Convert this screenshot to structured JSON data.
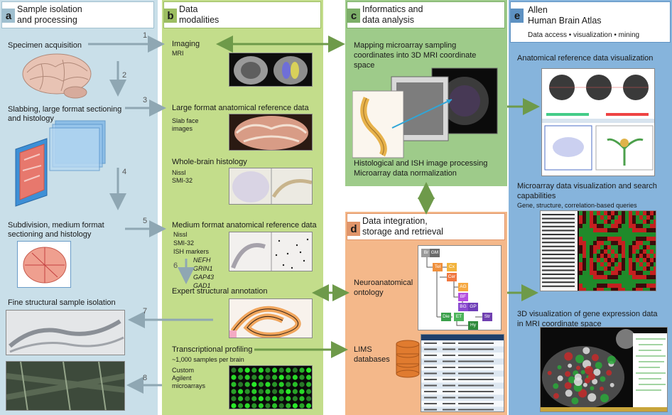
{
  "panel_a": {
    "letter": "a",
    "title_line1": "Sample isolation",
    "title_line2": "and processing",
    "specimen": "Specimen acquisition",
    "slabbing_line1": "Slabbing, large format sectioning",
    "slabbing_line2": "and histology",
    "subdivision_line1": "Subdivision, medium format",
    "subdivision_line2": "sectioning and histology",
    "fine": "Fine structural sample isolation"
  },
  "panel_b": {
    "letter": "b",
    "title_line1": "Data",
    "title_line2": "modalities",
    "imaging": "Imaging",
    "mri": "MRI",
    "large_format": "Large format anatomical reference data",
    "slab_line1": "Slab face",
    "slab_line2": "images",
    "whole_brain": "Whole-brain histology",
    "nissl": "Nissl",
    "smi": "SMI-32",
    "medium_format": "Medium format anatomical reference data",
    "nissl2": "Nissl",
    "smi2": "SMI-32",
    "ish": "ISH markers",
    "markers": [
      "NEFH",
      "GRIN1",
      "GAP43",
      "GAD1"
    ],
    "expert": "Expert structural annotation",
    "transcriptional": "Transcriptional profiling",
    "samples": "~1,000 samples per brain",
    "custom_line1": "Custom",
    "custom_line2": "Agilent",
    "custom_line3": "microarrays"
  },
  "panel_c": {
    "letter": "c",
    "title_line1": "Informatics and",
    "title_line2": "data analysis",
    "mapping_line1": "Mapping microarray sampling",
    "mapping_line2": "coordinates into 3D MRI coordinate",
    "mapping_line3": "space",
    "histo_line1": "Histological and ISH image processing",
    "histo_line2": "Microarray data normalization"
  },
  "panel_d": {
    "letter": "d",
    "title_line1": "Data integration,",
    "title_line2": "storage and retrieval",
    "neuro_line1": "Neuroanatomical",
    "neuro_line2": "ontology",
    "lims_line1": "LIMS",
    "lims_line2": "databases",
    "ontology_nodes": [
      "Br",
      "GM",
      "Tel",
      "Cx",
      "Cer",
      "AG",
      "BF",
      "BG",
      "GP",
      "Str",
      "Die",
      "ET",
      "Hy"
    ]
  },
  "panel_e": {
    "letter": "e",
    "title_line1": "Allen",
    "title_line2": "Human Brain Atlas",
    "subtitle": "Data access • visualization • mining",
    "anatomical": "Anatomical reference data visualization",
    "microarray_line1": "Microarray data visualization and search",
    "microarray_line2": "capabilities",
    "queries": "Gene, structure, correlation-based queries",
    "gene3d_line1": "3D visualization of gene expression data",
    "gene3d_line2": "in MRI coordinate space"
  },
  "steps": [
    "1",
    "2",
    "3",
    "4",
    "5",
    "6",
    "7",
    "8"
  ],
  "colors": {
    "panel_a": "#c9dfe9",
    "panel_b": "#c3dd8b",
    "panel_c": "#9ecb8a",
    "panel_d": "#f4b88a",
    "panel_e": "#86b4dc",
    "arrow_gray": "#8fa7b3",
    "arrow_green": "#6e9a4a"
  }
}
